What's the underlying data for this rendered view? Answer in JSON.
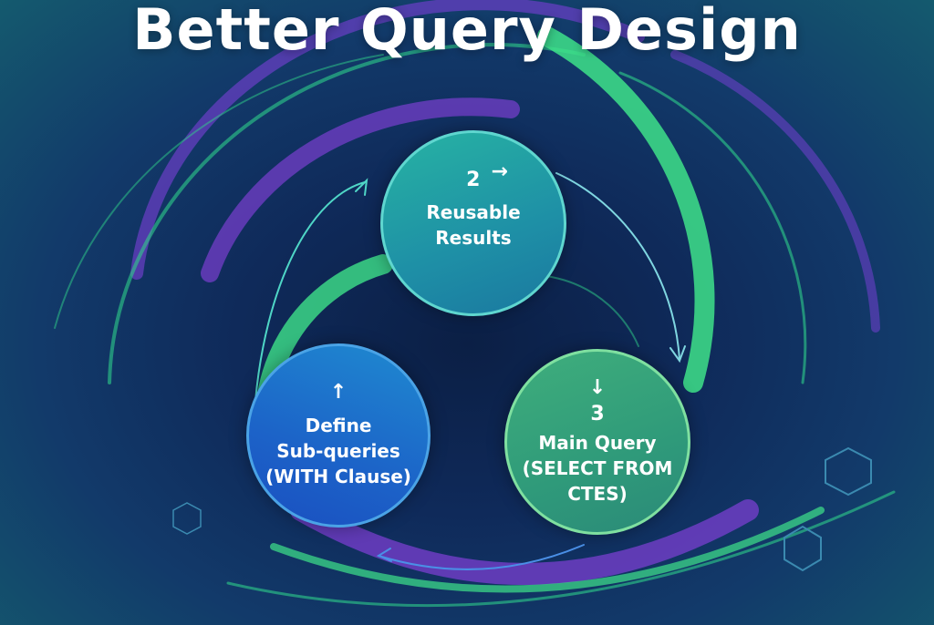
{
  "title": "Better Query Design",
  "steps": [
    {
      "arrow": "↑",
      "label": "Define\nSub-queries\n(WITH Clause)"
    },
    {
      "number": "2",
      "arrow": "→",
      "label": "Reusable\nResults"
    },
    {
      "number": "3",
      "arrow": "↓",
      "label": "Main Query\n(SELECT FROM\nCTES)"
    }
  ],
  "colors": {
    "accent_green": "#3ee28a",
    "accent_purple": "#7a3fd0",
    "accent_teal": "#27b3a3"
  }
}
